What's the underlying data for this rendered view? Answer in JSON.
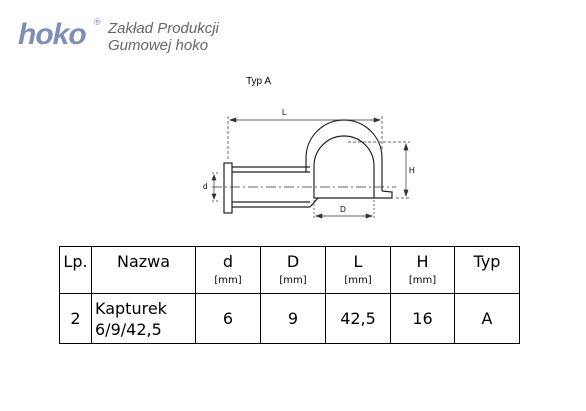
{
  "logo": {
    "brand": "hoko",
    "registered": "®",
    "line1": "Zakład Produkcji",
    "line2": "Gumowej hoko"
  },
  "drawing": {
    "title": "Typ A",
    "dim_L": "L",
    "dim_H": "H",
    "dim_d": "d",
    "dim_D": "D"
  },
  "table": {
    "headers": [
      {
        "label": "Lp.",
        "unit": ""
      },
      {
        "label": "Nazwa",
        "unit": ""
      },
      {
        "label": "d",
        "unit": "[mm]"
      },
      {
        "label": "D",
        "unit": "[mm]"
      },
      {
        "label": "L",
        "unit": "[mm]"
      },
      {
        "label": "H",
        "unit": "[mm]"
      },
      {
        "label": "Typ",
        "unit": ""
      }
    ],
    "row": {
      "lp": "2",
      "nazwa_line1": "Kapturek",
      "nazwa_line2": "6/9/42,5",
      "d": "6",
      "D": "9",
      "L": "42,5",
      "H": "16",
      "typ": "A"
    }
  }
}
